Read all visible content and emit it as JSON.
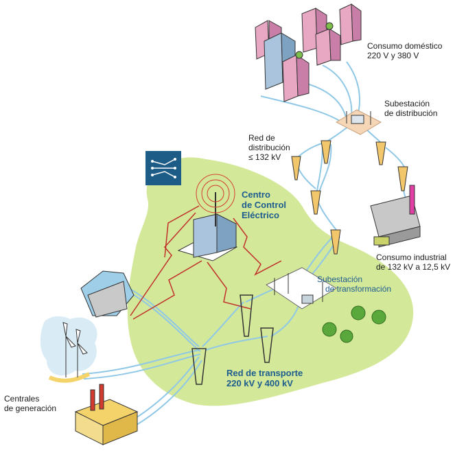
{
  "labels": {
    "consumo_domestico": {
      "line1": "Consumo doméstico",
      "line2": "220 V y 380 V"
    },
    "subestacion_distribucion": {
      "line1": "Subestación",
      "line2": "de distribución"
    },
    "red_distribucion": {
      "line1": "Red de",
      "line2": "distribución",
      "line3": "≤ 132 kV"
    },
    "centro_control": {
      "line1": "Centro",
      "line2": "de Control",
      "line3": "Eléctrico"
    },
    "consumo_industrial": {
      "line1": "Consumo industrial",
      "line2": "de 132 kV a 12,5 kV"
    },
    "subestacion_transformacion": {
      "line1": "Subestación",
      "line2": "de transformación"
    },
    "red_transporte": {
      "line1": "Red de transporte",
      "line2": "220 kV y 400 kV"
    },
    "centrales_generacion": {
      "line1": "Centrales",
      "line2": "de generación"
    }
  },
  "colors": {
    "zone_green": "#d4e89a",
    "line_blue": "#8fc7e6",
    "arrow_red": "#c0302a",
    "logo_blue": "#1d5c87",
    "label_blue": "#1c5c8e"
  }
}
